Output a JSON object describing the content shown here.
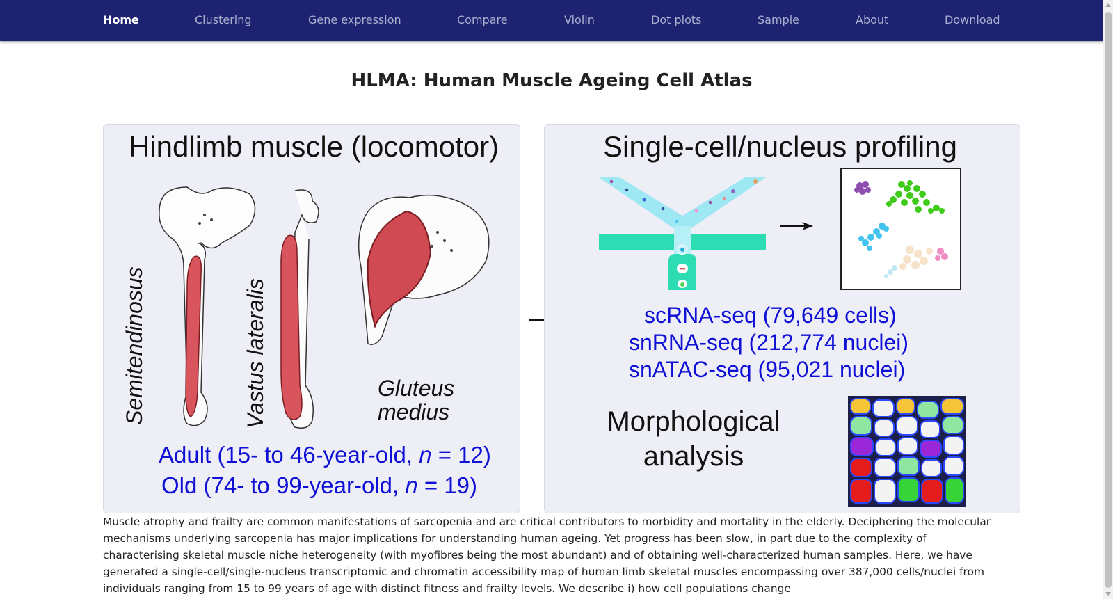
{
  "nav": {
    "items": [
      {
        "label": "Home",
        "active": true
      },
      {
        "label": "Clustering"
      },
      {
        "label": "Gene expression"
      },
      {
        "label": "Compare"
      },
      {
        "label": "Violin"
      },
      {
        "label": "Dot plots"
      },
      {
        "label": "Sample"
      },
      {
        "label": "About"
      },
      {
        "label": "Download"
      }
    ]
  },
  "page": {
    "title": "HLMA: Human Muscle Ageing Cell Atlas"
  },
  "figure": {
    "left": {
      "heading": "Hindlimb muscle (locomotor)",
      "muscles": [
        "Semitendinosus",
        "Vastus lateralis",
        "Gluteus",
        "medius"
      ],
      "cohort_adult": {
        "prefix": "Adult (15- to 46-year-old, ",
        "n": "n",
        "suffix": " = 12)"
      },
      "cohort_old": {
        "prefix": "Old (74- to 99-year-old, ",
        "n": "n",
        "suffix": " = 19)"
      }
    },
    "right": {
      "heading": "Single-cell/nucleus profiling",
      "assays": [
        "scRNA-seq (79,649 cells)",
        "snRNA-seq (212,774 nuclei)",
        "snATAC-seq (95,021 nuclei)"
      ],
      "morph_line1": "Morphological",
      "morph_line2": "analysis"
    },
    "colors": {
      "muscle_red": "#d9555d",
      "text_blue": "#0f0fd6",
      "microfluidic_teal": "#2edcb4",
      "channel_cyan": "#9de8f3"
    }
  },
  "description": "Muscle atrophy and frailty are common manifestations of sarcopenia and are critical contributors to morbidity and mortality in the elderly. Deciphering the molecular mechanisms underlying sarcopenia has major implications for understanding human ageing. Yet progress has been slow, in part due to the complexity of characterising skeletal muscle niche heterogeneity (with myofibres being the most abundant) and of obtaining well-characterized human samples. Here, we have generated a single-cell/single-nucleus transcriptomic and chromatin accessibility map of human limb skeletal muscles encompassing over 387,000 cells/nuclei from individuals ranging from 15 to 99 years of age with distinct fitness and frailty levels. We describe i) how cell populations change"
}
